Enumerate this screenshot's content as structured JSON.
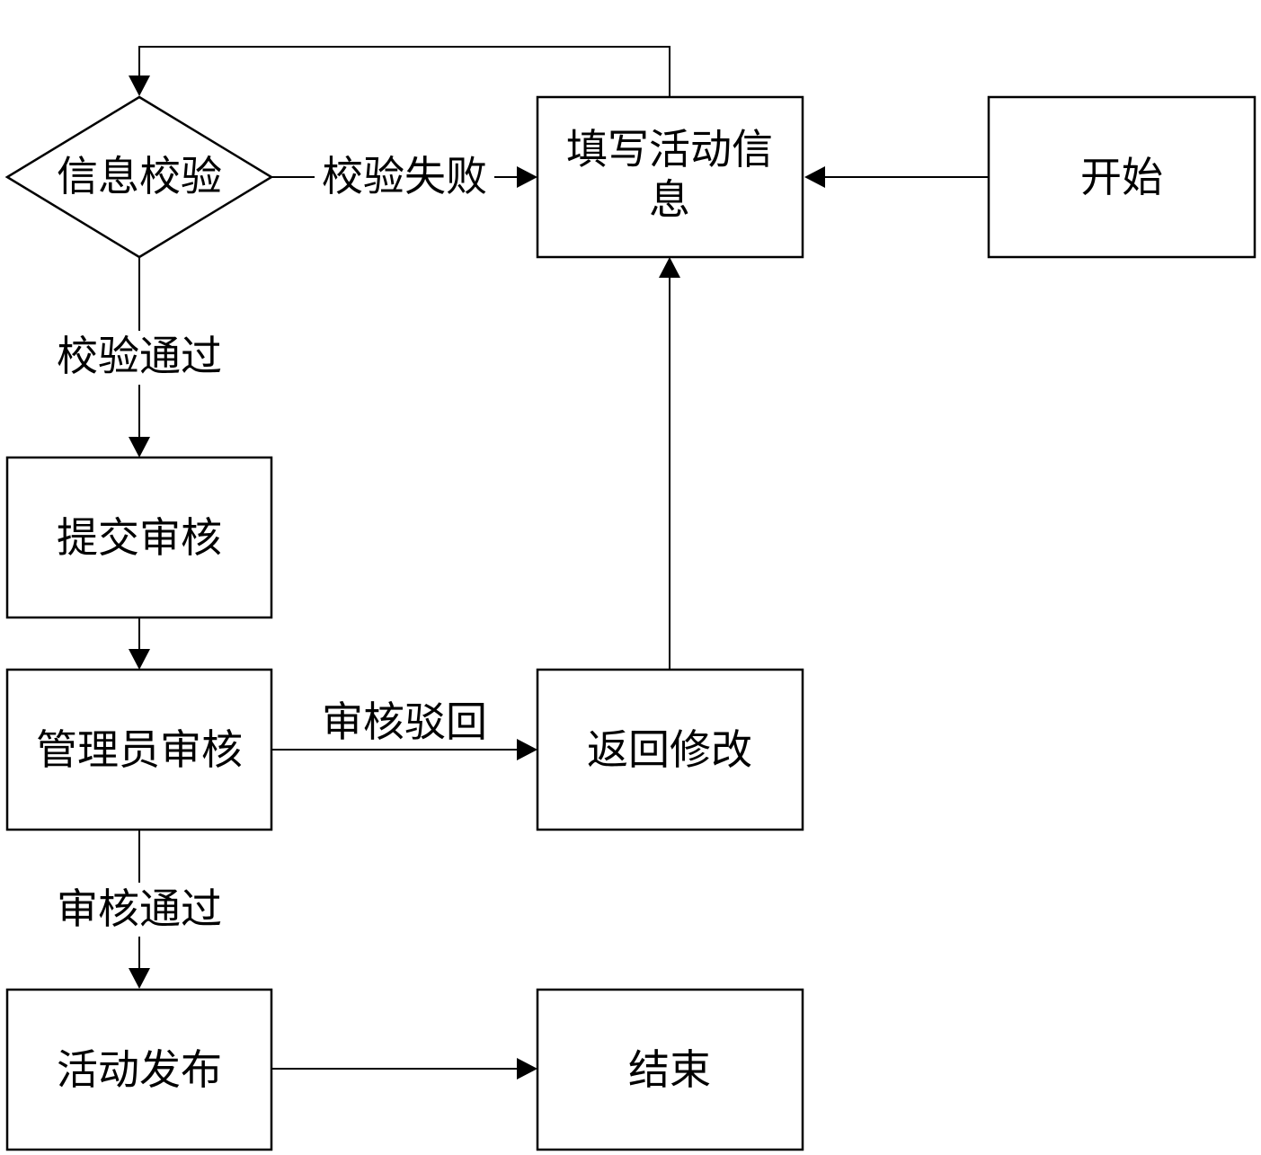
{
  "nodes": {
    "start": "开始",
    "fill_info_line1": "填写活动信",
    "fill_info_line2": "息",
    "verify": "信息校验",
    "submit": "提交审核",
    "admin_review": "管理员审核",
    "return_modify": "返回修改",
    "publish": "活动发布",
    "end": "结束"
  },
  "edges": {
    "verify_fail": "校验失败",
    "verify_pass": "校验通过",
    "review_reject": "审核驳回",
    "review_pass": "审核通过"
  }
}
